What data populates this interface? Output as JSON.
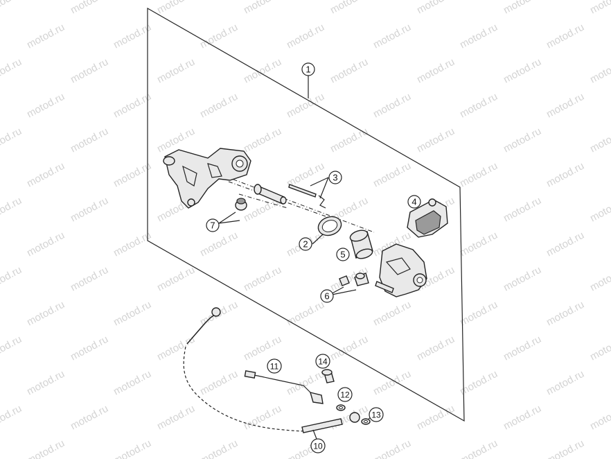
{
  "watermark": {
    "text": "motod.ru"
  },
  "callouts": [
    {
      "id": "c1",
      "label": "1"
    },
    {
      "id": "c2",
      "label": "2"
    },
    {
      "id": "c3",
      "label": "3"
    },
    {
      "id": "c4",
      "label": "4"
    },
    {
      "id": "c5",
      "label": "5"
    },
    {
      "id": "c6",
      "label": "6"
    },
    {
      "id": "c7",
      "label": "7"
    },
    {
      "id": "c10",
      "label": "10"
    },
    {
      "id": "c11",
      "label": "11"
    },
    {
      "id": "c12",
      "label": "12"
    },
    {
      "id": "c13",
      "label": "13"
    },
    {
      "id": "c14",
      "label": "14"
    }
  ]
}
